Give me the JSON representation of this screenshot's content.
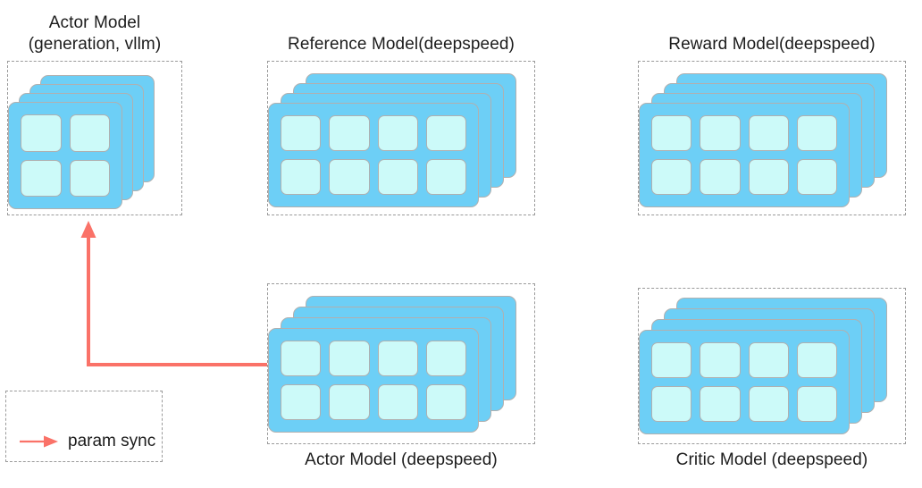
{
  "diagram": {
    "title": "RLHF model placement diagram",
    "colors": {
      "card_fill": "#6dcff6",
      "cell_fill": "#ccfaf9",
      "card_border": "#b0b0b0",
      "group_border": "#9a9a9a",
      "arrow": "#fa7268",
      "background": "#ffffff",
      "text": "#1c1c1c"
    },
    "groups": [
      {
        "id": "actor-vllm",
        "label": "Actor Model\n(generation, vllm)",
        "label_position": "above",
        "cards": 4,
        "cell_columns": 2,
        "cell_rows": 2,
        "cell_count": 4
      },
      {
        "id": "reference-model",
        "label": "Reference Model(deepspeed)",
        "label_position": "above",
        "cards": 4,
        "cell_columns": 4,
        "cell_rows": 2,
        "cell_count": 8
      },
      {
        "id": "reward-model",
        "label": "Reward Model(deepspeed)",
        "label_position": "above",
        "cards": 4,
        "cell_columns": 4,
        "cell_rows": 2,
        "cell_count": 8
      },
      {
        "id": "actor-deepspeed",
        "label": "Actor Model (deepspeed)",
        "label_position": "below",
        "cards": 4,
        "cell_columns": 4,
        "cell_rows": 2,
        "cell_count": 8
      },
      {
        "id": "critic-model",
        "label": "Critic Model (deepspeed)",
        "label_position": "below",
        "cards": 4,
        "cell_columns": 4,
        "cell_rows": 2,
        "cell_count": 8
      }
    ],
    "connections": [
      {
        "id": "param-sync",
        "label": "param sync",
        "from": "actor-deepspeed",
        "to": "actor-vllm",
        "style": "elbow-arrow",
        "color": "#fa7268"
      }
    ],
    "legend": {
      "label": "param sync",
      "arrow_color": "#fa7268"
    }
  }
}
